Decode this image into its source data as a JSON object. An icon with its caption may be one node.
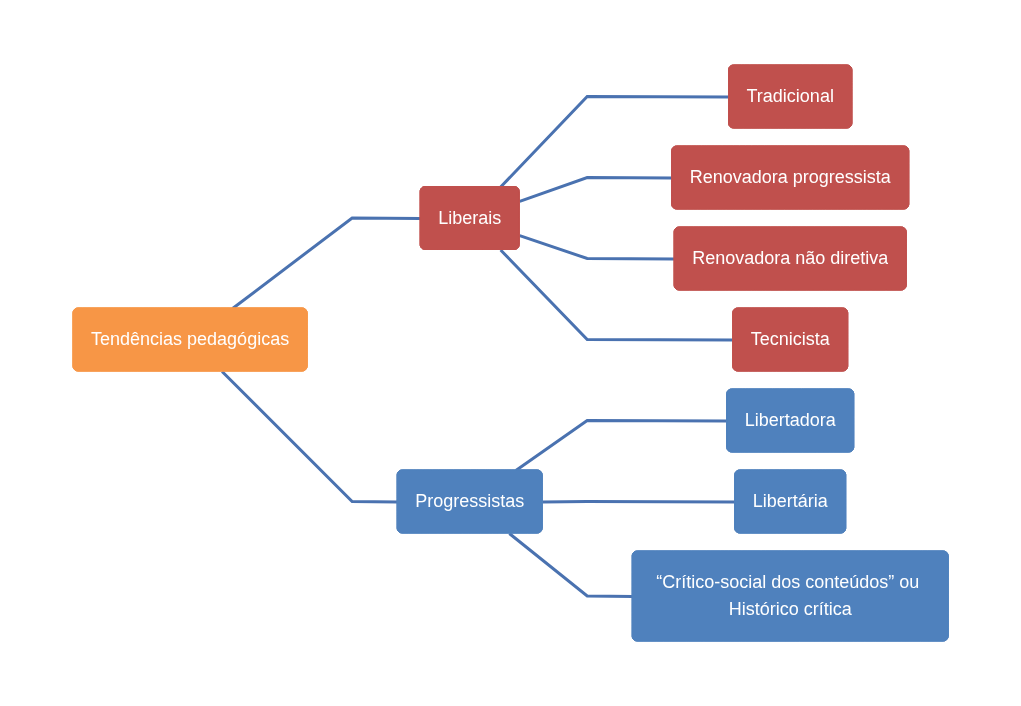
{
  "diagram": {
    "nodes": [
      {
        "text": [
          "Tendências pedagógicas"
        ]
      },
      {
        "text": [
          "Liberais"
        ]
      },
      {
        "text": [
          "Tradicional"
        ]
      },
      {
        "text": [
          "Renovadora progressista"
        ]
      },
      {
        "text": [
          "Renovadora não diretiva"
        ]
      },
      {
        "text": [
          "Tecnicista"
        ]
      },
      {
        "text": [
          "Progressistas"
        ]
      },
      {
        "text": [
          "Libertadora"
        ]
      },
      {
        "text": [
          "Libertária"
        ]
      },
      {
        "text": [
          "“Crítico-social dos conteúdos” ou Histórico crítica"
        ]
      }
    ],
    "edges": [
      {
        "from": 0,
        "to": 1,
        "arrow": "none"
      },
      {
        "from": 0,
        "to": 6,
        "arrow": "none"
      },
      {
        "from": 1,
        "to": 2,
        "arrow": "none"
      },
      {
        "from": 1,
        "to": 3,
        "arrow": "none"
      },
      {
        "from": 1,
        "to": 4,
        "arrow": "none"
      },
      {
        "from": 1,
        "to": 5,
        "arrow": "none"
      },
      {
        "from": 6,
        "to": 7,
        "arrow": "none"
      },
      {
        "from": 6,
        "to": 8,
        "arrow": "none"
      },
      {
        "from": 6,
        "to": 9,
        "arrow": "none"
      }
    ]
  }
}
